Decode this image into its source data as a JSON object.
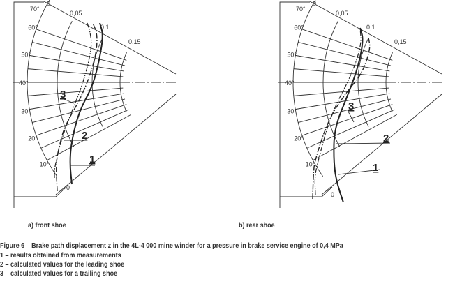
{
  "panels": [
    {
      "id": "front",
      "caption": "a) front shoe",
      "angle_labels": [
        "70°",
        "60°",
        "50°",
        "40°",
        "30°",
        "20°",
        "10°"
      ],
      "displacement_labels": [
        "0",
        "0,05",
        "0,1",
        "0,15"
      ],
      "end_label": "0",
      "curve_labels": [
        "1",
        "2",
        "3"
      ]
    },
    {
      "id": "rear",
      "caption": "b) rear shoe",
      "angle_labels": [
        "70°",
        "60°",
        "50°",
        "40°",
        "30°",
        "20°",
        "10°"
      ],
      "displacement_labels": [
        "0",
        "0,05",
        "0,1",
        "0,15"
      ],
      "end_label": "0",
      "curve_labels": [
        "1",
        "2",
        "3"
      ]
    }
  ],
  "figure": {
    "title": "Figure 6 – Brake path displacement z in the 4L-4 000 mine winder for a pressure in brake service engine of 0,4 MPa",
    "legend": [
      "1 – results obtained from measurements",
      "2 – calculated values for the leading shoe",
      "3 – calculated values for a trailing shoe"
    ]
  }
}
